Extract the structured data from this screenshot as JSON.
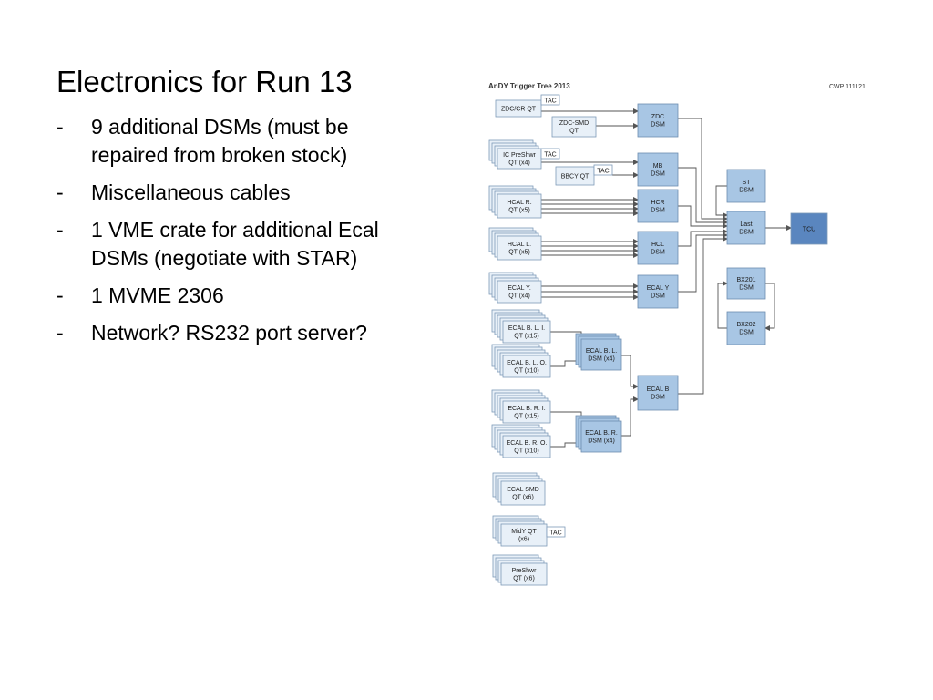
{
  "slide": {
    "title": "Electronics for Run 13",
    "bullets": [
      "9 additional DSMs (must be repaired from broken stock)",
      "Miscellaneous cables",
      "1 VME crate for additional Ecal DSMs (negotiate with STAR)",
      "1 MVME 2306",
      "Network? RS232 port server?"
    ],
    "bullet_marker": "-"
  },
  "diagram": {
    "title": "AnDY Trigger Tree 2013",
    "version": "CWP 111121",
    "colors": {
      "qt_fill": "#e8f0f8",
      "qt_stroke": "#7d9ab8",
      "dsm_fill": "#a8c6e4",
      "dsm_stroke": "#6c8db0",
      "tcu_fill": "#5a86bf",
      "line": "#555555"
    },
    "qt_boards": {
      "zdc_cr_qt": "ZDC/CR QT",
      "zdc_smd_qt": [
        "ZDC-SMD",
        "QT"
      ],
      "ic_preshwr_qt": [
        "IC PreShwr",
        "QT (x4)"
      ],
      "bbcy_qt": "BBCY QT",
      "hcal_r_qt": [
        "HCAL R.",
        "QT (x5)"
      ],
      "hcal_l_qt": [
        "HCAL L.",
        "QT (x5)"
      ],
      "ecal_y_qt": [
        "ECAL Y.",
        "QT (x4)"
      ],
      "ecal_bli_qt": [
        "ECAL B. L. I.",
        "QT (x15)"
      ],
      "ecal_blo_qt": [
        "ECAL B. L. O.",
        "QT (x10)"
      ],
      "ecal_bri_qt": [
        "ECAL B. R. I.",
        "QT (x15)"
      ],
      "ecal_bro_qt": [
        "ECAL B. R. O.",
        "QT (x10)"
      ],
      "ecal_smd_qt": [
        "ECAL SMD",
        "QT (x6)"
      ],
      "midy_qt": [
        "MidY QT",
        "(x6)"
      ],
      "preshwr_qt": [
        "PreShwr",
        "QT (x6)"
      ]
    },
    "tac_label": "TAC",
    "dsm_boards": {
      "zdc_dsm": [
        "ZDC",
        "DSM"
      ],
      "mb_dsm": [
        "MB",
        "DSM"
      ],
      "hcr_dsm": [
        "HCR",
        "DSM"
      ],
      "hcl_dsm": [
        "HCL",
        "DSM"
      ],
      "ecal_y_dsm": [
        "ECAL Y",
        "DSM"
      ],
      "ecal_bl_dsm": [
        "ECAL B. L.",
        "DSM (x4)"
      ],
      "ecal_br_dsm": [
        "ECAL B. R.",
        "DSM (x4)"
      ],
      "ecal_b_dsm": [
        "ECAL B",
        "DSM"
      ],
      "st_dsm": [
        "ST",
        "DSM"
      ],
      "last_dsm": [
        "Last",
        "DSM"
      ],
      "bx201_dsm": [
        "BX201",
        "DSM"
      ],
      "bx202_dsm": [
        "BX202",
        "DSM"
      ]
    },
    "tcu": "TCU"
  }
}
